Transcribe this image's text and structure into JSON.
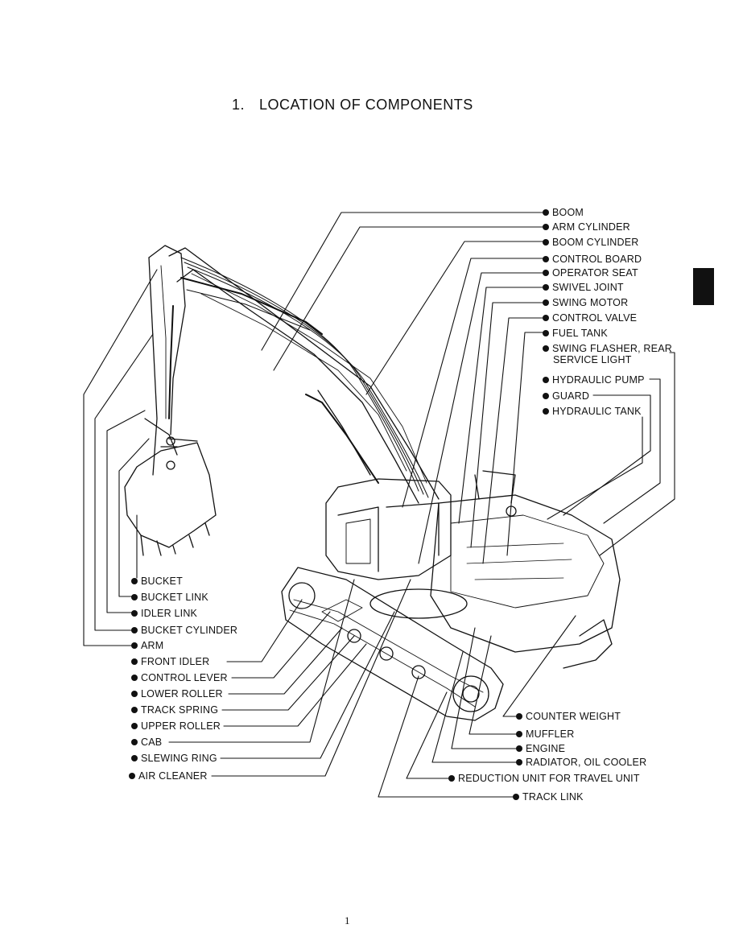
{
  "document": {
    "section_number": "1.",
    "title": "LOCATION OF COMPONENTS",
    "page_number": "1"
  },
  "labels_right": [
    "BOOM",
    "ARM CYLINDER",
    "BOOM CYLINDER",
    "CONTROL BOARD",
    "OPERATOR SEAT",
    "SWIVEL JOINT",
    "SWING MOTOR",
    "CONTROL VALVE",
    "FUEL TANK",
    "SWING FLASHER, REAR",
    "HYDRAULIC PUMP",
    "GUARD",
    "HYDRAULIC TANK"
  ],
  "label_right_continuation": "SERVICE LIGHT",
  "labels_left": [
    "BUCKET",
    "BUCKET LINK",
    "IDLER LINK",
    "BUCKET CYLINDER",
    "ARM",
    "FRONT IDLER",
    "CONTROL LEVER",
    "LOWER ROLLER",
    "TRACK SPRING",
    "UPPER ROLLER",
    "CAB",
    "SLEWING RING",
    "AIR CLEANER"
  ],
  "labels_bottom": [
    "COUNTER WEIGHT",
    "MUFFLER",
    "ENGINE",
    "RADIATOR, OIL COOLER",
    "REDUCTION UNIT FOR TRAVEL UNIT",
    "TRACK LINK"
  ]
}
